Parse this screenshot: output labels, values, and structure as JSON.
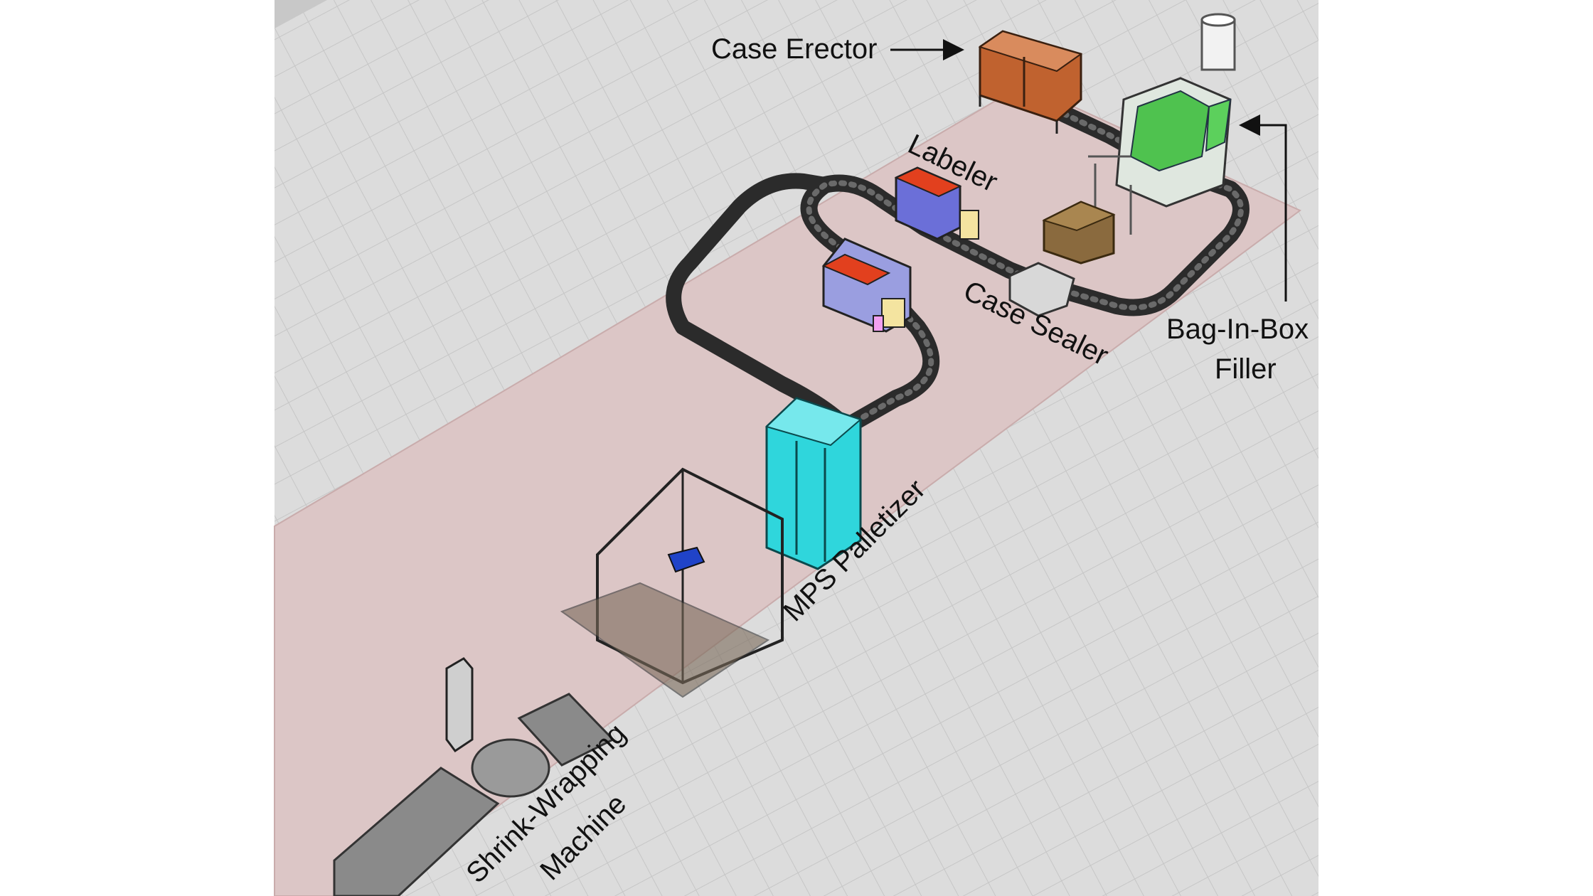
{
  "labels": {
    "case_erector": "Case Erector",
    "labeler": "Labeler",
    "case_sealer": "Case Sealer",
    "bag_in_box_line1": "Bag-In-Box",
    "bag_in_box_line2": "Filler",
    "mps_palletizer": "MPS Palletizer",
    "shrink_wrapping_line1": "Shrink-Wrapping",
    "shrink_wrapping_line2": "Machine"
  },
  "colors": {
    "floor": "#dcdcdc",
    "grid": "#c4c4c4",
    "footprint": "#dcc6c6",
    "conveyor": "#3b3b3b",
    "case_erector": "#c0622f",
    "labeler_red": "#e2401e",
    "labeler_blue": "#6b6fd8",
    "palletizer": "#2fd6dc",
    "filler_green": "#4fc24f",
    "carton": "#8a6a3e"
  }
}
